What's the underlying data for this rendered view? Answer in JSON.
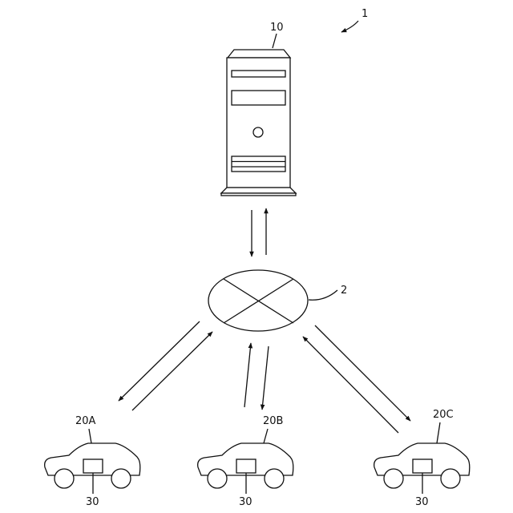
{
  "labels": {
    "system": "1",
    "server": "10",
    "network": "2",
    "vehicle_a": "20A",
    "vehicle_b": "20B",
    "vehicle_c": "20C",
    "device_a": "30",
    "device_b": "30",
    "device_c": "30"
  },
  "colors": {
    "stroke": "#111111",
    "background": "#ffffff"
  }
}
